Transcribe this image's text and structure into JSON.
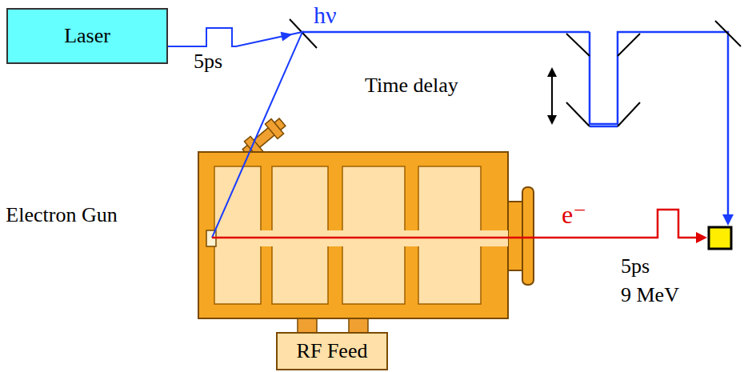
{
  "diagram": {
    "nodes": [
      {
        "text": [
          "Laser"
        ]
      },
      {
        "text": [
          "Electron Gun"
        ]
      },
      {
        "text": [
          "RF Feed"
        ]
      }
    ],
    "edges": [
      {
        "from": 0,
        "to": 1,
        "arrow": "to"
      }
    ],
    "labels": [
      "5ps",
      "hν",
      "Time delay",
      "e⁻",
      "5ps",
      "9 MeV"
    ]
  }
}
